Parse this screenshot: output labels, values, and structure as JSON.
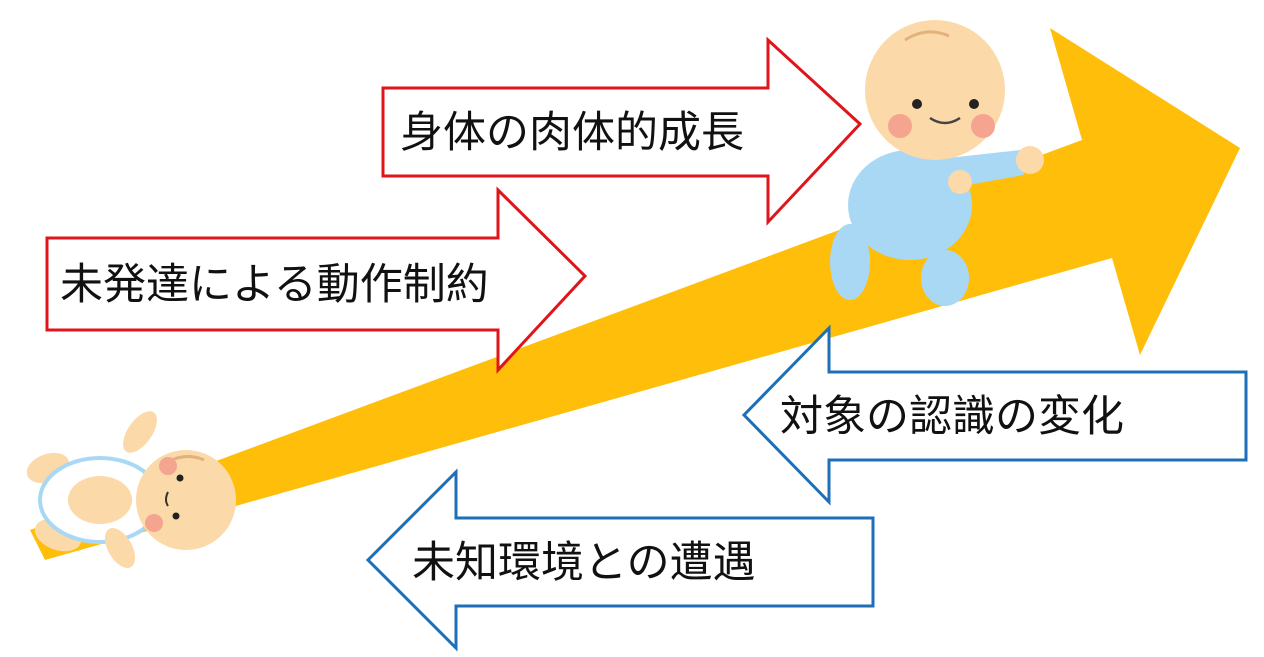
{
  "colors": {
    "growth_arrow": "#FFBE0A",
    "red_outline": "#E0151B",
    "blue_outline": "#1F6FB8",
    "skin": "#FCD9A8",
    "cheek": "#F5A48F",
    "baby_clothes": "#A9D8F5"
  },
  "arrows": {
    "red_top": {
      "label": "身体の肉体的成長",
      "direction": "right"
    },
    "red_bottom": {
      "label": "未発達による動作制約",
      "direction": "right"
    },
    "blue_top": {
      "label": "対象の認識の変化",
      "direction": "left"
    },
    "blue_bottom": {
      "label": "未知環境との遭遇",
      "direction": "left"
    }
  },
  "icons": {
    "lying_baby": "lying-baby-icon",
    "crawling_baby": "crawling-baby-icon"
  }
}
